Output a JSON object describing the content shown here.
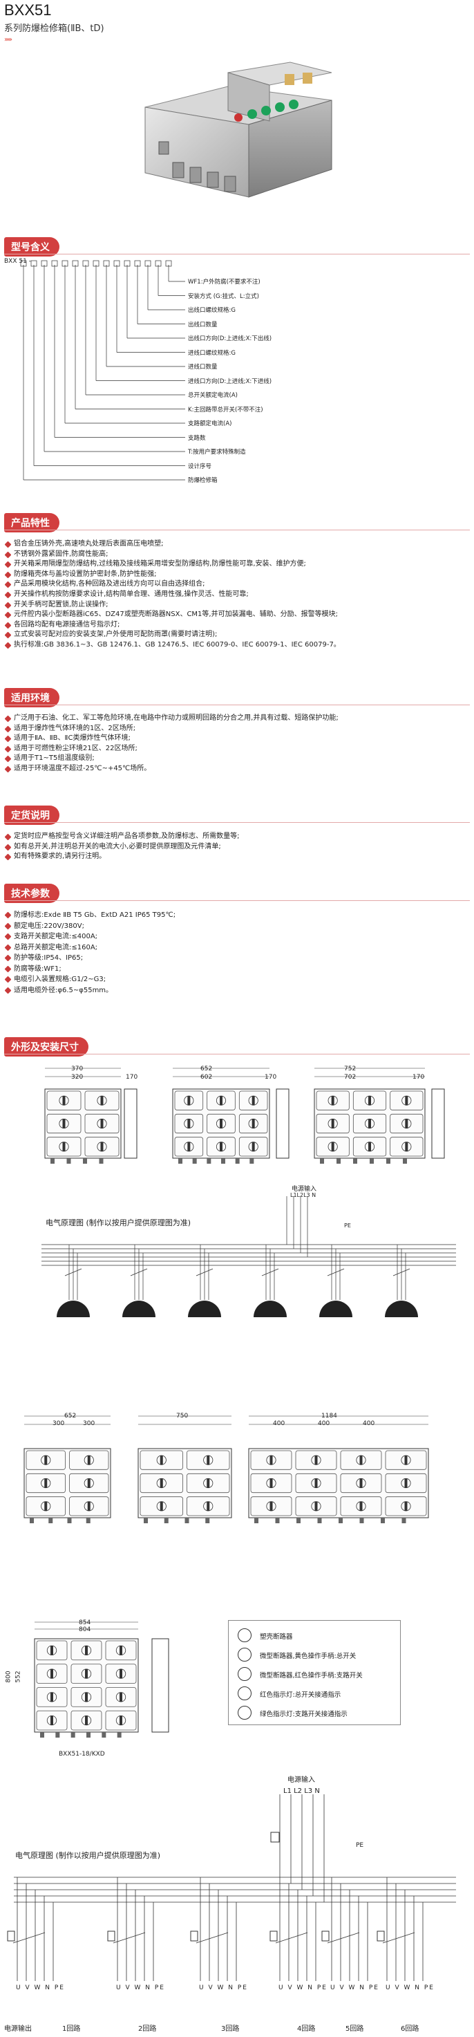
{
  "header": {
    "model": "BXX51",
    "subtitle": "系列防爆检修箱(ⅡB、tD)",
    "chevrons": "›››››"
  },
  "sections": {
    "model_meaning": "型号含义",
    "features": "产品特性",
    "environment": "适用环境",
    "ordering": "定货说明",
    "tech": "技术参数",
    "dimensions": "外形及安装尺寸"
  },
  "model_code": {
    "prefix": "BXX  51 -",
    "labels": [
      "WF1:户外防腐(不要求不注)",
      "安装方式 (G:挂式、L:立式)",
      "出线口螺纹规格:G",
      "出线口数量",
      "出线口方向(D:上进线;X:下出线)",
      "进线口螺纹规格:G",
      "进线口数量",
      "进线口方向(D:上进线;X:下进线)",
      "总开关额定电流(A)",
      "K:主回路带总开关(不带不注)",
      "支路额定电流(A)",
      "支路数",
      "T:按用户要求特殊制造",
      "设计序号",
      "防爆检修箱"
    ]
  },
  "features": [
    "铝合金压铸外壳,高速喷丸处理后表面高压电喷塑;",
    "不锈钢外露紧固件,防腐性能高;",
    "开关箱采用隔爆型防爆结构,过线箱及接线箱采用增安型防爆结构,防爆性能可靠,安装、维护方便;",
    "防爆箱壳体与盖均设置防护密封条,防护性能强;",
    "产品采用模块化结构,各种回路及进出线方向可以自由选择组合;",
    "开关操作机构按防爆要求设计,结构简单合理、通用性强,操作灵活、性能可靠;",
    "开关手柄可配置锁,防止误操作;",
    "元件腔内装小型断路器iC65、DZ47或塑壳断路器NSX、CM1等,并可加装漏电、辅助、分励、报警等模块;",
    "各回路均配有电源接通信号指示灯;",
    "立式安装可配对应的安装支架,户外使用可配防雨罩(需要时请注明);",
    "执行标准:GB 3836.1~3、GB 12476.1、GB 12476.5、IEC 60079-0、IEC 60079-1、IEC 60079-7。"
  ],
  "environment": [
    "广泛用于石油、化工、军工等危险环境,在电路中作动力或照明回路的分合之用,并具有过载、短路保护功能;",
    "适用于爆炸性气体环境的1区、2区场所;",
    "适用于ⅡA、ⅡB、ⅡC类爆炸性气体环境;",
    "适用于可燃性粉尘环境21区、22区场所;",
    "适用于T1~T5组温度级别;",
    "适用于环境温度不超过-25℃~+45℃场所。"
  ],
  "ordering": [
    "定货时应严格按型号含义详细注明产品各项参数,及防爆标志、所需数量等;",
    "如有总开关,并注明总开关的电流大小,必要时提供原理图及元件清单;",
    "如有特殊要求的,请另行注明。"
  ],
  "tech": [
    "防爆标志:Exde ⅡB T5 Gb、ExtD A21 IP65 T95℃;",
    "额定电压:220V/380V;",
    "支路开关额定电流:≤400A;",
    "总路开关额定电流:≤160A;",
    "防护等级:IP54、IP65;",
    "防腐等级:WF1;",
    "电缆引入装置规格:G1/2~G3;",
    "适用电缆外径:φ6.5~φ55mm。"
  ],
  "drawings": {
    "row1_dims": [
      "370",
      "320",
      "170",
      "652",
      "602",
      "170",
      "752",
      "702",
      "170"
    ],
    "row2_dims": [
      "652",
      "300",
      "300",
      "750",
      "1184",
      "400",
      "400",
      "400"
    ],
    "row3_dims": [
      "854",
      "804",
      "800",
      "552"
    ],
    "wiring1_title": "电气原理图 (制作以按用户提供原理图为准)",
    "wiring1_power": "电源输入",
    "wiring1_lines": "L1L2L3 N",
    "wiring1_pe": "PE",
    "row3_model": "BXX51-18/KXD",
    "legend": [
      "塑壳断路器",
      "微型断路器,黄色操作手柄:总开关",
      "微型断路器,红色操作手柄:支路开关",
      "红色指示灯:总开关接通指示",
      "绿色指示灯:支路开关接通指示"
    ],
    "wiring2_title": "电气原理图 (制作以按用户提供原理图为准)",
    "wiring2_power": "电源输入",
    "wiring2_lines": "L1 L2 L3  N",
    "wiring2_pe": "PE",
    "wiring2_terms": "U V W N PE",
    "wiring2_outputs": [
      "电源输出",
      "1回路",
      "2回路",
      "3回路",
      "4回路",
      "5回路",
      "6回路"
    ]
  }
}
